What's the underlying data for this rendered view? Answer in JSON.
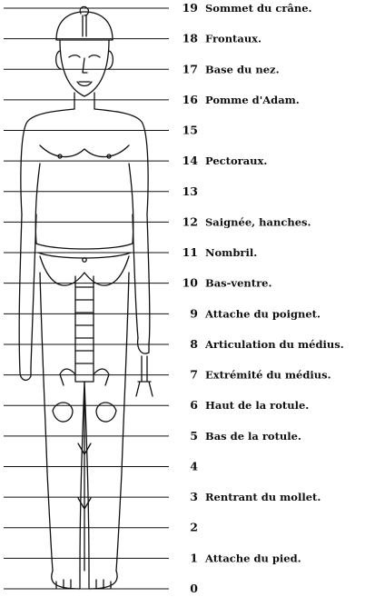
{
  "chart_data": {
    "type": "diagram",
    "levels": [
      {
        "num": "19",
        "text": "Sommet du crâne."
      },
      {
        "num": "18",
        "text": "Frontaux."
      },
      {
        "num": "17",
        "text": "Base du nez."
      },
      {
        "num": "16",
        "text": "Pomme d'Adam."
      },
      {
        "num": "15",
        "text": ""
      },
      {
        "num": "14",
        "text": "Pectoraux."
      },
      {
        "num": "13",
        "text": ""
      },
      {
        "num": "12",
        "text": "Saignée, hanches."
      },
      {
        "num": "11",
        "text": "Nombril."
      },
      {
        "num": "10",
        "text": "Bas-ventre."
      },
      {
        "num": "9",
        "text": "Attache du poignet."
      },
      {
        "num": "8",
        "text": "Articulation du médius."
      },
      {
        "num": "7",
        "text": "Extrémité du médius."
      },
      {
        "num": "6",
        "text": "Haut de la rotule."
      },
      {
        "num": "5",
        "text": "Bas de la rotule."
      },
      {
        "num": "4",
        "text": ""
      },
      {
        "num": "3",
        "text": "Rentrant du mollet."
      },
      {
        "num": "2",
        "text": ""
      },
      {
        "num": "1",
        "text": "Attache du pied."
      },
      {
        "num": "0",
        "text": ""
      }
    ]
  }
}
